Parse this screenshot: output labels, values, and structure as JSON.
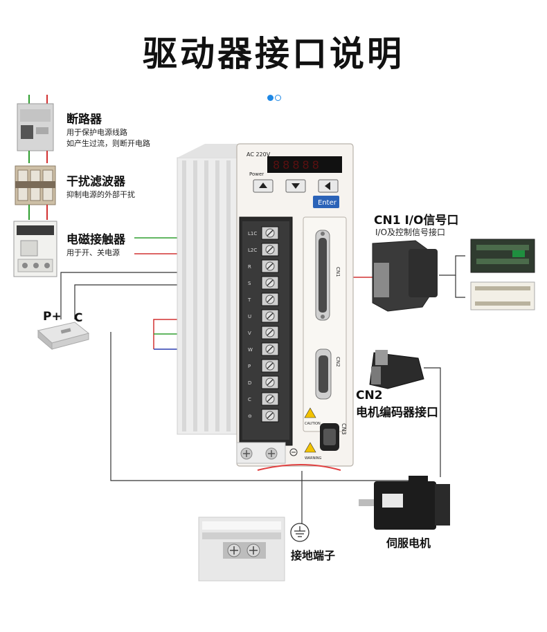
{
  "title": "驱动器接口说明",
  "breaker": {
    "name": "断路器",
    "desc1": "用于保护电源线路",
    "desc2": "如产生过流，则断开电路"
  },
  "filter": {
    "name": "干扰滤波器",
    "desc1": "抑制电源的外部干扰"
  },
  "contactor": {
    "name": "电磁接触器",
    "desc1": "用于开、关电源"
  },
  "resistor": {
    "label_p": "P+",
    "label_c": "C"
  },
  "cn1": {
    "title": "CN1  I/O信号口",
    "desc": "I/O及控制信号接口"
  },
  "cn2": {
    "title": "CN2",
    "desc": "电机编码器接口"
  },
  "motor": {
    "name": "伺服电机"
  },
  "ground": {
    "name": "接地端子"
  },
  "drive": {
    "ac_label": "AC 220V",
    "power_label": "Power",
    "display": "88888",
    "enter_label": "Enter",
    "caution": "CAUTION",
    "warning": "WARNING",
    "cn1_port": "CN1",
    "cn2_port": "CN2",
    "cn3_port": "CN3",
    "terminals": [
      "L1C",
      "L2C",
      "R",
      "S",
      "T",
      "U",
      "V",
      "W",
      "P",
      "D",
      "C",
      "⊖"
    ]
  },
  "colors": {
    "green_wire": "#2e9e2e",
    "red_wire": "#d23030",
    "blue_wire": "#2a3bb0",
    "accent": "#1e88e5"
  }
}
